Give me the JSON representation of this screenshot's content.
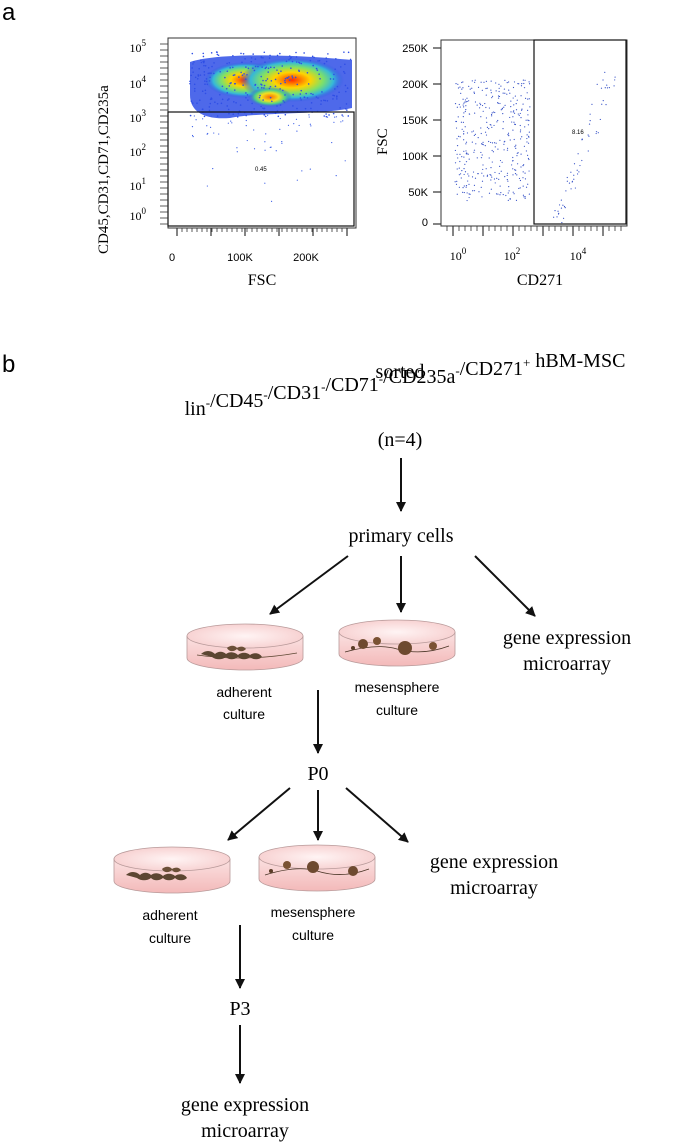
{
  "panel_a": {
    "label": "a",
    "plot1": {
      "ylabel": "CD45,CD31,CD71,CD235a",
      "xlabel": "FSC",
      "xticks": [
        "0",
        "100K",
        "200K"
      ],
      "yticks": [
        {
          "base": "10",
          "exp": "5"
        },
        {
          "base": "10",
          "exp": "4"
        },
        {
          "base": "10",
          "exp": "3"
        },
        {
          "base": "10",
          "exp": "2"
        },
        {
          "base": "10",
          "exp": "1"
        },
        {
          "base": "10",
          "exp": "0"
        }
      ],
      "gate_value": "0.45"
    },
    "plot2": {
      "ylabel": "FSC",
      "xlabel": "CD271",
      "yticks": [
        "250K",
        "200K",
        "150K",
        "100K",
        "50K",
        "0"
      ],
      "xticks": [
        {
          "base": "10",
          "exp": "0"
        },
        {
          "base": "10",
          "exp": "2"
        },
        {
          "base": "10",
          "exp": "4"
        }
      ],
      "gate_value": "8.16"
    }
  },
  "panel_b": {
    "label": "b",
    "sorted": "sorted",
    "population": {
      "parts": [
        {
          "t": "lin",
          "sup": "-"
        },
        {
          "t": "/CD45",
          "sup": "-"
        },
        {
          "t": "/CD31",
          "sup": "-"
        },
        {
          "t": "/CD71",
          "sup": "-"
        },
        {
          "t": "/CD235a",
          "sup": "-"
        },
        {
          "t": "/CD271",
          "sup": "+"
        },
        {
          "t": " hBM-MSC",
          "sup": ""
        }
      ]
    },
    "n": "(n=4)",
    "primary_cells": "primary cells",
    "adherent_1": [
      "adherent",
      "culture"
    ],
    "mesensphere_1": [
      "mesensphere",
      "culture"
    ],
    "gene_expression_1": [
      "gene expression",
      "microarray"
    ],
    "p0": "P0",
    "adherent_2": [
      "adherent",
      "culture"
    ],
    "mesensphere_2": [
      "mesensphere",
      "culture"
    ],
    "gene_expression_2": [
      "gene expression",
      "microarray"
    ],
    "p3": "P3",
    "gene_expression_3": [
      "gene expression",
      "microarray"
    ]
  }
}
